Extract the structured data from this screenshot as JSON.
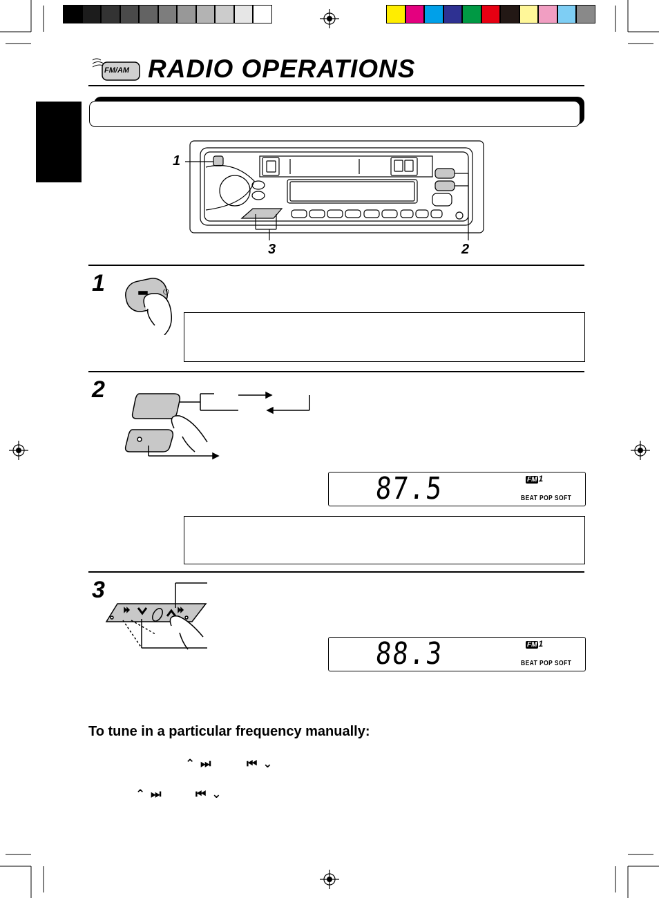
{
  "header": {
    "title": "RADIO OPERATIONS",
    "icon_label": "FM/AM"
  },
  "colors": {
    "gray_swatches": [
      "#000000",
      "#1c1c1c",
      "#333333",
      "#4a4a4a",
      "#636363",
      "#7d7d7d",
      "#989898",
      "#b3b3b3",
      "#cccccc",
      "#e6e6e6",
      "#ffffff"
    ],
    "color_swatches": [
      "#ffed00",
      "#e4007f",
      "#00a0e9",
      "#2e3192",
      "#009944",
      "#e60012",
      "#231815",
      "#fff799",
      "#f19ec2",
      "#7ecef4",
      "#898989"
    ]
  },
  "diagram": {
    "callouts": [
      "1",
      "3",
      "2"
    ]
  },
  "steps": [
    {
      "number": "1",
      "symbol": "⏻"
    },
    {
      "number": "2",
      "display": {
        "frequency": "87.5",
        "band_tag": "FM",
        "band_num": "1",
        "modes": "BEAT POP SOFT"
      }
    },
    {
      "number": "3",
      "display": {
        "frequency": "88.3",
        "band_tag": "FM",
        "band_num": "1",
        "modes": "BEAT POP SOFT"
      }
    }
  ],
  "manual_tuning": {
    "heading": "To tune in a particular frequency manually:",
    "line1_up": "⌃ ⏭",
    "line1_down": "⏮ ⌄",
    "line2_up": "⌃ ⏭",
    "line2_down": "⏮ ⌄"
  }
}
